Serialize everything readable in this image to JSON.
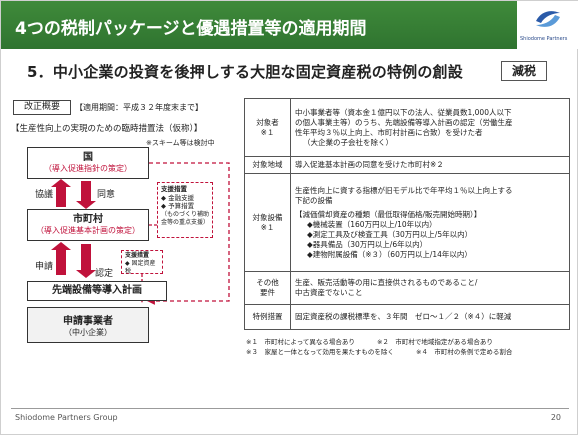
{
  "header": {
    "title": "4つの税制パッケージと優遇措置等の適用期間",
    "logo_text": "Shiodome Partners",
    "colors": {
      "band": "#3f8a3a",
      "accent_red": "#c0123b"
    }
  },
  "subtitle": "5．中小企業の投資を後押しする大胆な固定資産税の特例の創設",
  "badge": "減税",
  "overview": {
    "tag": "改正概要",
    "note": "【適用期間：平成３２年度末まで】",
    "heading": "【生産性向上の実現のための臨時措置法（仮称）】",
    "scheme_note": "※スキーム等は検討中",
    "country": {
      "title": "国",
      "sub": "（導入促進指針の策定）"
    },
    "city": {
      "title": "市町村",
      "sub": "（導入促進基本計画の策定）"
    },
    "plan": "先端設備等導入計画",
    "applicant": {
      "title": "申請事業者",
      "sub": "（中小企業）"
    },
    "labels": {
      "consult": "協議",
      "agree": "同意",
      "apply": "申請",
      "approve": "認定"
    },
    "support": {
      "head": "支援措置",
      "items": [
        "◆ 金融支援",
        "◆ 予算措置"
      ],
      "note": "（ものづくり補助金等の重点支援）"
    },
    "fixed_box": {
      "head": "支援措置",
      "item": "◆ 固定資産税"
    }
  },
  "table": {
    "rows": [
      {
        "label": "対象者\n※１",
        "lines": [
          "中小事業者等（資本金１億円以下の法人、従業員数1,000人以下",
          "の個人事業主等）のうち、先端設備等導入計画の認定（労働生産",
          "性年平均３％以上向上、市町村計画に合致）を受けた者",
          "（大企業の子会社を除く）"
        ]
      },
      {
        "label": "対象地域",
        "lines": [
          "導入促進基本計画の同意を受けた市町村※２"
        ]
      },
      {
        "label": "対象設備\n※１",
        "lines": [
          "生産性向上に資する指標が旧モデル比で年平均１％以上向上する",
          "下記の設備",
          "【減価償却資産の種類（最低取得価格/販売開始時期）】",
          "◆機械装置（160万円以上/10年以内）",
          "◆測定工具及び検査工具（30万円以上/5年以内）",
          "◆器具備品（30万円以上/6年以内）",
          "◆建物附属設備（※３）（60万円以上/14年以内）"
        ]
      },
      {
        "label": "その他\n要件",
        "lines": [
          "生産、販売活動等の用に直接供されるものであること/",
          "中古資産でないこと"
        ]
      },
      {
        "label": "特例措置",
        "lines": [
          "固定資産税の課税標準を、３年間　ゼロ～１／２（※４）に軽減"
        ]
      }
    ]
  },
  "notes": [
    [
      "※１　市町村によって異なる場合あり",
      "※２　市町村で地域指定がある場合あり"
    ],
    [
      "※３　家屋と一体となって効用を果たすものを除く",
      "※４　市町村の条例で定める割合"
    ]
  ],
  "footer": {
    "company": "Shiodome Partners Group",
    "page": "20"
  }
}
